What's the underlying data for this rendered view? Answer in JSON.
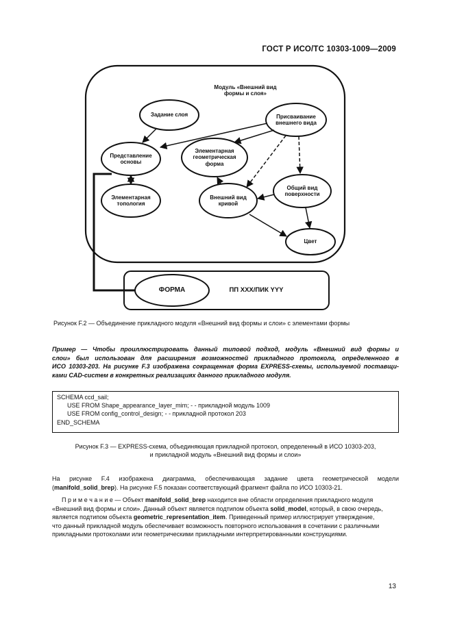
{
  "header": {
    "standard": "ГОСТ Р ИСО/ТС 10303-1009—2009"
  },
  "diagram": {
    "module_title": "Модуль «Внешний вид\nформы и слоя»",
    "nodes": {
      "layer_assignment": "Задание слоя",
      "representation_basis": "Представление\nосновы",
      "elementary_topology": "Элементарная\nтопология",
      "appearance_assignment": "Присваивание\nвнешнего вида",
      "elementary_geom_form": "Элементарная\nгеометрическая\nформа",
      "curve_appearance": "Внешний вид\nкривой",
      "surface_appearance": "Общий вид\nповерхности",
      "color": "Цвет"
    },
    "form_box": {
      "form_label": "ФОРМА",
      "protocol_label": "ПП XXX/ПИК YYY"
    }
  },
  "caption_f2": "Рисунок F.2 — Объединение прикладного модуля «Внешний вид формы и слои» с элементами формы",
  "example": {
    "line1": "Пример — Чтобы проиллюстрировать данный типовой подход, модуль «Внешний вид формы и",
    "line2": "слои» был использован для расширения возможностей прикладного протокола, определенного в",
    "line3": "ИСО 10303-203. На рисунке F.3 изображена сокращенная форма EXPRESS-схемы, используемой поставщи-",
    "line4": "ками CAD-систем в конкретных реализациях данного прикладного модуля."
  },
  "code": [
    "SCHEMA ccd_sail;",
    "      USE FROM Shape_appearance_layer_mim; - - прикладной модуль 1009",
    "      USE FROM config_control_design; - - прикладной протокол 203",
    "END_SCHEMA"
  ],
  "caption_f3": {
    "line1": "Рисунок F.3 — EXPRESS-схема, объединяющая прикладной протокол, определенный в ИСО 10303-203,",
    "line2": "и прикладной модуль «Внешний вид формы и слои»"
  },
  "para1": {
    "line1": "На рисунке F.4 изображена диаграмма, обеспечивающая задание цвета геометрической модели",
    "l2_pre": "(",
    "l2_bold": "manifold_solid_brep",
    "l2_post": "). На рисунке F.5 показан соответствующий фрагмент файла по ИСО 10303-21."
  },
  "note": {
    "l1_pre": "П р и м е ч а н и е — Объект ",
    "l1_bold": "manifold_solid_brep",
    "l1_post": " находится вне области определения прикладного модуля",
    "l2_pre": "«Внешний вид формы и слои». Данный объект является подтипом объекта ",
    "l2_bold": "solid_model",
    "l2_post": ", который, в свою очередь,",
    "l3_pre": "является подтипом объекта ",
    "l3_bold": "geometric_representation_item",
    "l3_post": ". Приведенный пример иллюстрирует утверждение,",
    "line4": "что данный прикладной модуль обеспечивает возможность повторного использования в сочетании с различными",
    "line5": "прикладными протоколами или геометрическими прикладными интерпретированными конструкциями."
  },
  "page_number": "13"
}
